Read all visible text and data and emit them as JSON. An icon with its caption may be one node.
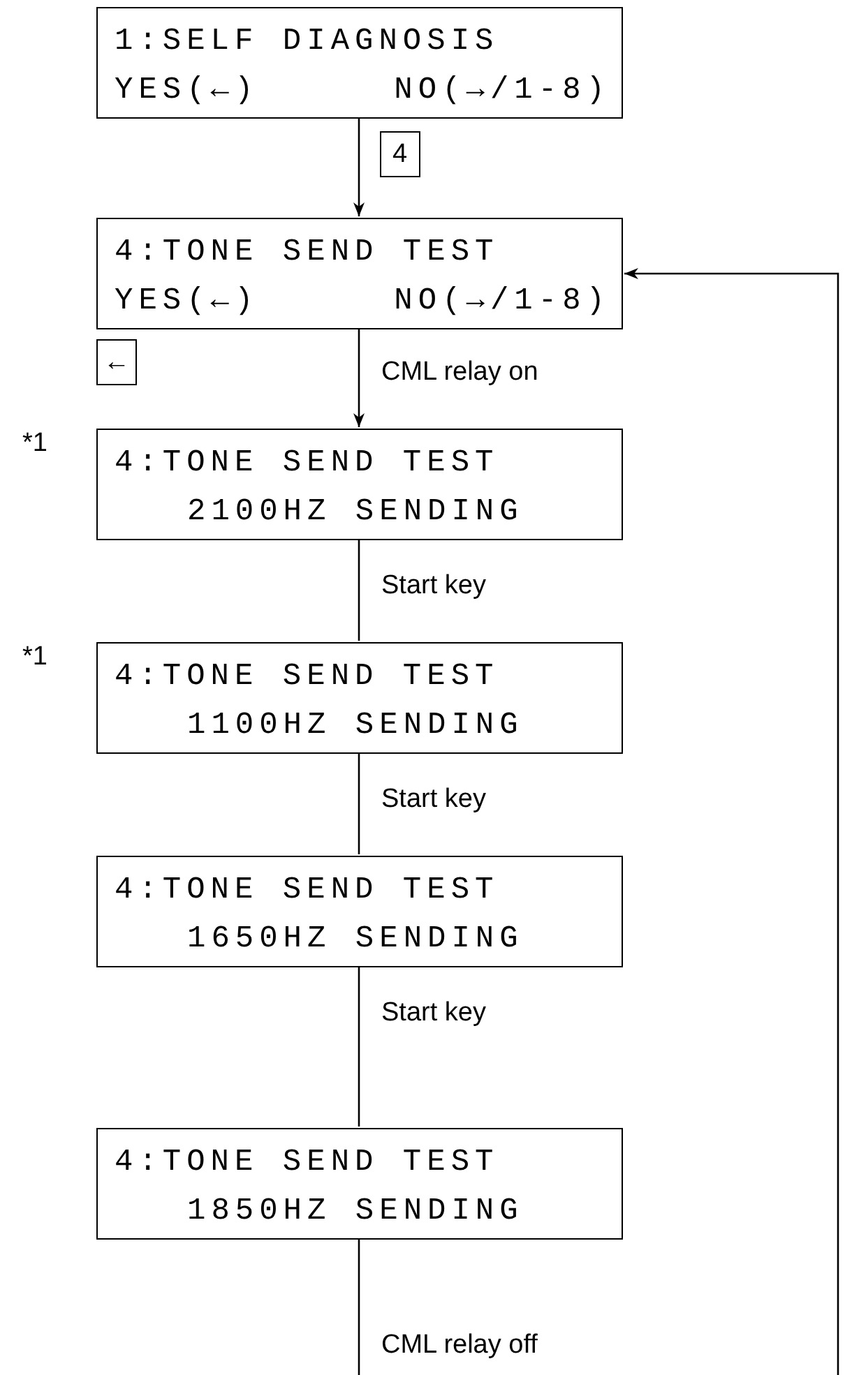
{
  "diagram": {
    "nodes": [
      {
        "text": [
          "1:SELF DIAGNOSIS",
          "YES(←)",
          "NO(→/1-8)"
        ]
      },
      {
        "text": [
          "4:TONE SEND TEST",
          "YES(←)",
          "NO(→/1-8)"
        ]
      },
      {
        "text": [
          "4:TONE SEND TEST",
          "2100HZ SENDING"
        ],
        "beside": [
          "*1"
        ]
      },
      {
        "text": [
          "4:TONE SEND TEST",
          "1100HZ SENDING"
        ],
        "beside": [
          "*1"
        ]
      },
      {
        "text": [
          "4:TONE SEND TEST",
          "1650HZ SENDING"
        ]
      },
      {
        "text": [
          "4:TONE SEND TEST",
          "1850HZ SENDING"
        ]
      }
    ],
    "edges": [
      {
        "from": 0,
        "to": 1,
        "arrow": "to",
        "label": "4"
      },
      {
        "from": 1,
        "to": 2,
        "arrow": "to",
        "label": "CML relay on"
      },
      {
        "from": 2,
        "to": 3,
        "arrow": "none",
        "label": "Start key"
      },
      {
        "from": 3,
        "to": 4,
        "arrow": "none",
        "label": "Start key"
      },
      {
        "from": 4,
        "to": 5,
        "arrow": "none",
        "label": "Start key"
      },
      {
        "from": 5,
        "to": null,
        "arrow": "none",
        "label": "CML relay off"
      },
      {
        "from": null,
        "to": 1,
        "arrow": "to"
      }
    ],
    "labels": [
      "←"
    ]
  }
}
